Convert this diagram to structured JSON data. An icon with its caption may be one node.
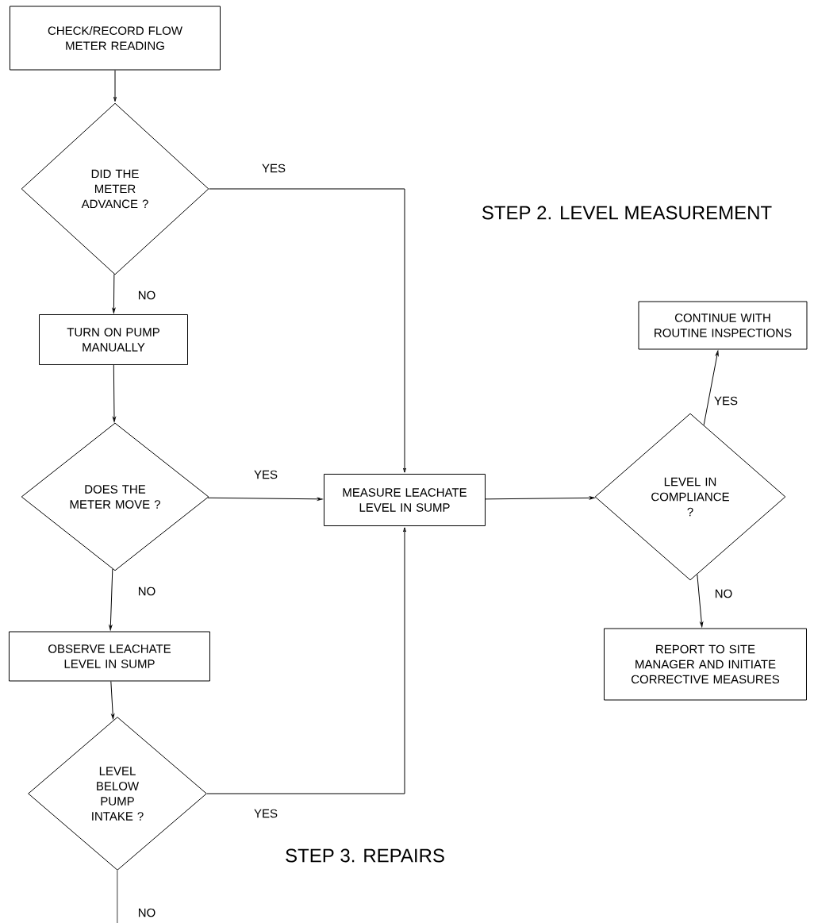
{
  "diagram": {
    "nodes": [
      {
        "text": [
          "CHECK/RECORD FLOW METER READING"
        ]
      },
      {
        "text": [
          "DID THE METER ADVANCE ?"
        ]
      },
      {
        "text": [
          "TURN ON PUMP MANUALLY"
        ]
      },
      {
        "text": [
          "DOES THE METER MOVE ?"
        ]
      },
      {
        "text": [
          "MEASURE LEACHATE LEVEL IN SUMP"
        ]
      },
      {
        "text": [
          "LEVEL IN COMPLIANCE ?"
        ]
      },
      {
        "text": [
          "CONTINUE WITH ROUTINE INSPECTIONS"
        ]
      },
      {
        "text": [
          "REPORT TO SITE MANAGER AND INITIATE CORRECTIVE MEASURES"
        ]
      },
      {
        "text": [
          "OBSERVE LEACHATE LEVEL IN SUMP"
        ]
      },
      {
        "text": [
          "LEVEL BELOW PUMP INTAKE ?"
        ]
      }
    ],
    "edges": [
      {
        "from": 0,
        "to": 1,
        "arrow": "to"
      },
      {
        "from": 1,
        "to": 4,
        "arrow": "to",
        "label": "YES"
      },
      {
        "from": 1,
        "to": 2,
        "arrow": "to",
        "label": "NO"
      },
      {
        "from": 2,
        "to": 3,
        "arrow": "to"
      },
      {
        "from": 3,
        "to": 4,
        "arrow": "to",
        "label": "YES"
      },
      {
        "from": 4,
        "to": 5,
        "arrow": "to"
      },
      {
        "from": 5,
        "to": 6,
        "arrow": "to",
        "label": "YES"
      },
      {
        "from": 5,
        "to": 7,
        "arrow": "to",
        "label": "NO"
      },
      {
        "from": 3,
        "to": 8,
        "arrow": "to",
        "label": "NO"
      },
      {
        "from": 8,
        "to": 9,
        "arrow": "to"
      },
      {
        "from": 9,
        "to": 4,
        "arrow": "to",
        "label": "YES"
      },
      {
        "from": 9,
        "to": null,
        "arrow": "none",
        "label": "NO"
      }
    ],
    "labels": [
      "STEP 2. LEVEL MEASUREMENT",
      "STEP 3. REPAIRS"
    ]
  }
}
